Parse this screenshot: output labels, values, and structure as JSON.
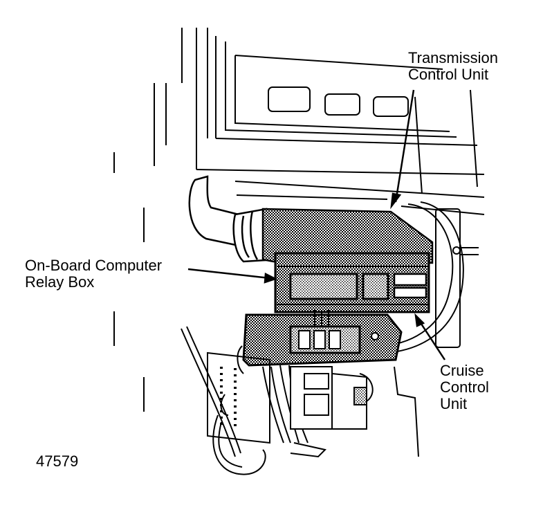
{
  "diagram": {
    "type": "technical-illustration",
    "subject": "Dashboard-mounted control units and relay box",
    "colors": {
      "ink": "#000000",
      "background": "#ffffff",
      "stipple": "#7a7a7a"
    }
  },
  "labels": {
    "transmission_control_unit": {
      "line1": "Transmission",
      "line2": "Control Unit"
    },
    "onboard_computer_relay_box": {
      "line1": "On-Board Computer",
      "line2": "Relay Box"
    },
    "cruise_control_unit": {
      "line1": "Cruise",
      "line2": "Control",
      "line3": "Unit"
    }
  },
  "figure_number": "47579"
}
